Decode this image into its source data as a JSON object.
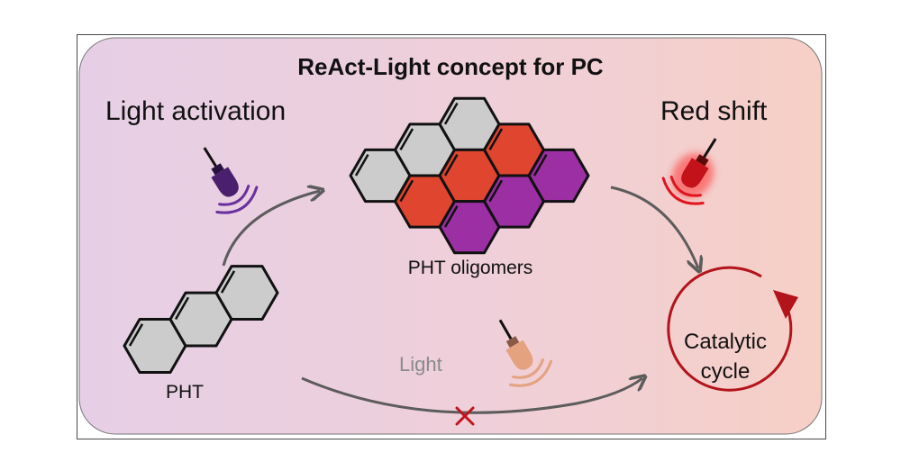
{
  "title": "ReAct-Light concept for PC",
  "labels": {
    "light_activation": "Light activation",
    "red_shift": "Red shift",
    "pht_oligomers": "PHT oligomers",
    "pht": "PHT",
    "light": "Light",
    "catalytic_line1": "Catalytic",
    "catalytic_line2": "cycle"
  },
  "colors": {
    "bg_left": "#e6cfe6",
    "bg_right": "#f6cfc8",
    "grey_hex": "#cccccc",
    "red_hex": "#e0452f",
    "purple_hex": "#9b2fa3",
    "violet_lamp": "#4a1f6e",
    "red_lamp": "#c4121b",
    "peach_lamp": "#e4a27f",
    "cycle": "#b3141b",
    "arrow": "#5c5c5c",
    "cross": "#c0141c"
  },
  "icons": [
    "violet-light-icon",
    "red-light-icon",
    "peach-light-icon",
    "cross-mark-icon"
  ]
}
